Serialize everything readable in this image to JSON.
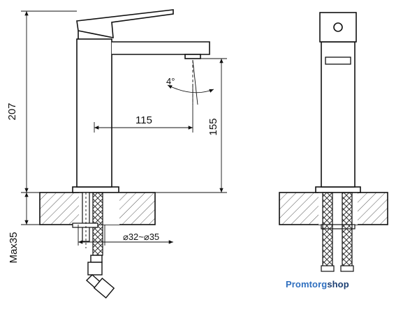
{
  "dimensions": {
    "total_height": "207",
    "spout_reach": "115",
    "spout_height": "155",
    "angle": "4°",
    "hole_diameter": "⌀32~⌀35",
    "max_thickness": "Max35"
  },
  "brand": {
    "part1": "Promtorg",
    "part2": "shop",
    "color_primary": "#2f6fbf",
    "color_secondary": "#1c3f73"
  }
}
